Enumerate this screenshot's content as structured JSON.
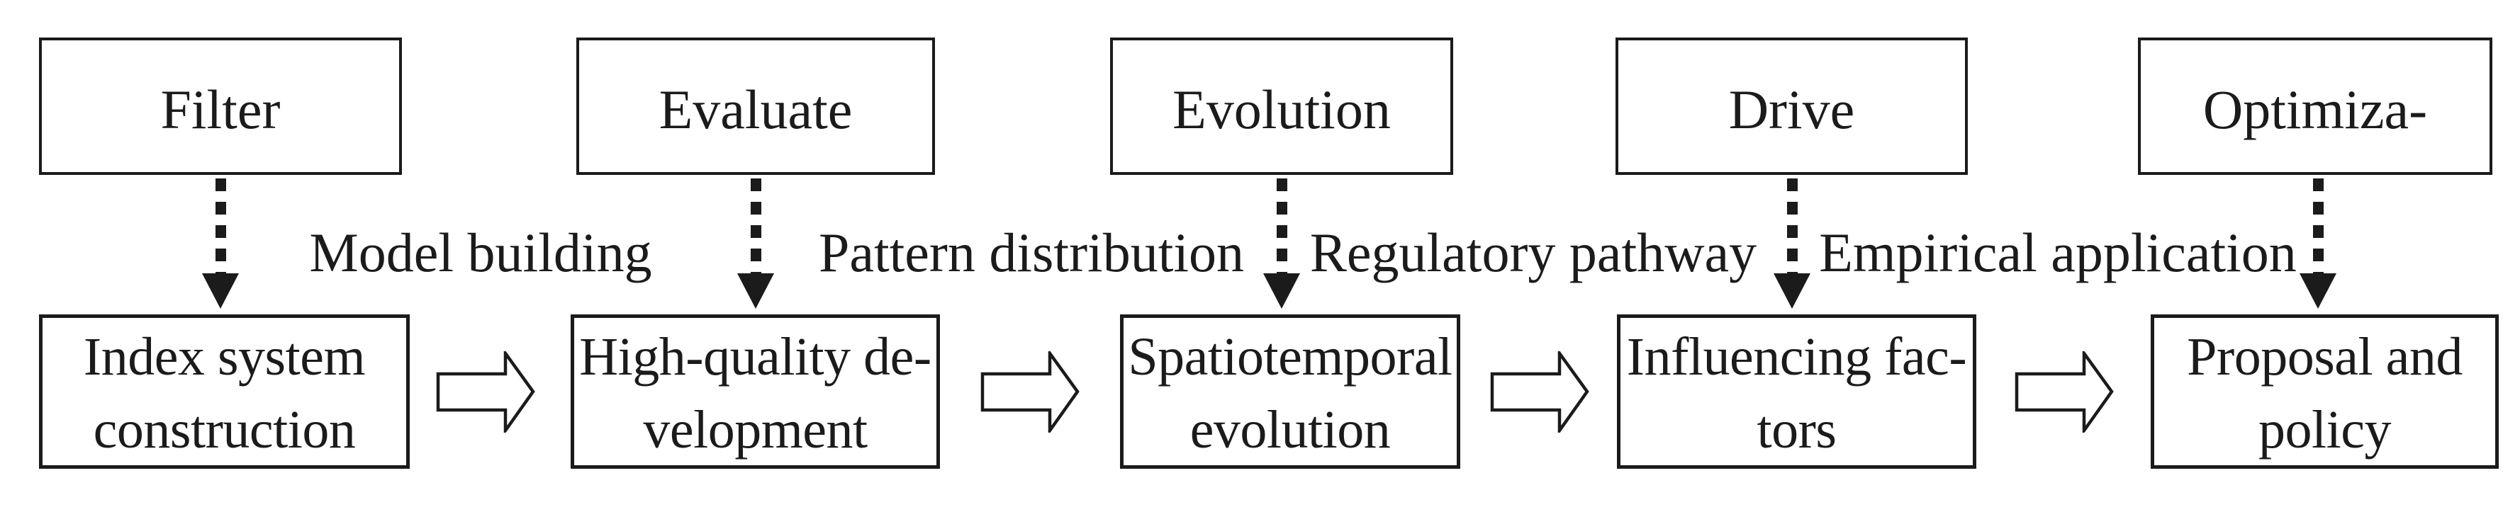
{
  "diagram": {
    "stages": [
      {
        "top": "Filter",
        "bottom": [
          "Index system",
          "construction"
        ]
      },
      {
        "top": "Evaluate",
        "bottom": [
          "High-quality de-",
          "velopment"
        ]
      },
      {
        "top": "Evolution",
        "bottom": [
          "Spatiotemporal",
          "evolution"
        ]
      },
      {
        "top": "Drive",
        "bottom": [
          "Influencing fac-",
          "tors"
        ]
      },
      {
        "top": "Optimiza-",
        "bottom": [
          "Proposal and",
          "policy"
        ]
      }
    ],
    "connector_labels": [
      "Model building",
      "Pattern distribution",
      "Regulatory pathway",
      "Empirical application"
    ],
    "colors": {
      "line": "#1b1b1b",
      "background": "#ffffff"
    }
  }
}
